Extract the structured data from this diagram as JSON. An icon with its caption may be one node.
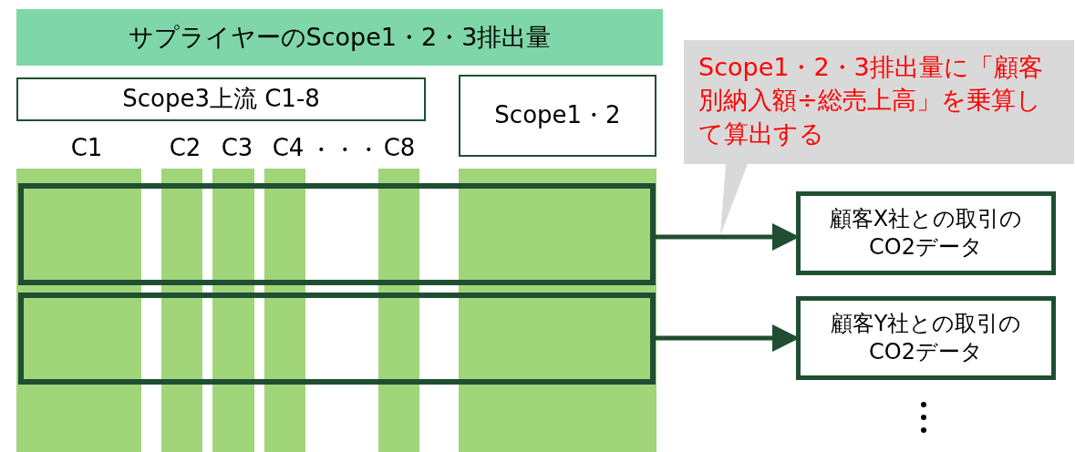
{
  "diagram": {
    "nodes": [
      {
        "text": [
          "サプライヤーのScope1・2・3排出量"
        ]
      },
      {
        "text": [
          "Scope3上流 C1-8"
        ]
      },
      {
        "text": [
          "Scope1・2"
        ]
      },
      {
        "text": [],
        "shape": "box"
      },
      {
        "text": [],
        "shape": "box"
      },
      {
        "text": [
          "顧客X社との取引のCO2データ"
        ]
      },
      {
        "text": [
          "顧客Y社との取引のCO2データ"
        ]
      },
      {
        "text": [
          "Scope1・2・3排出量に「顧客別納入額÷総売上高」を乗算して算出する"
        ]
      },
      {
        "text": [],
        "shape": "bar"
      },
      {
        "text": [],
        "shape": "bar"
      },
      {
        "text": [],
        "shape": "bar"
      },
      {
        "text": [],
        "shape": "bar"
      },
      {
        "text": [],
        "shape": "bar"
      },
      {
        "text": [],
        "shape": "bar"
      }
    ],
    "edges": [
      {
        "from": 3,
        "to": 5,
        "arrow": "to"
      },
      {
        "from": 4,
        "to": 6,
        "arrow": "to"
      }
    ],
    "labels": [
      "C1",
      "C2",
      "C3",
      "C4",
      "・・・",
      "C8"
    ]
  }
}
